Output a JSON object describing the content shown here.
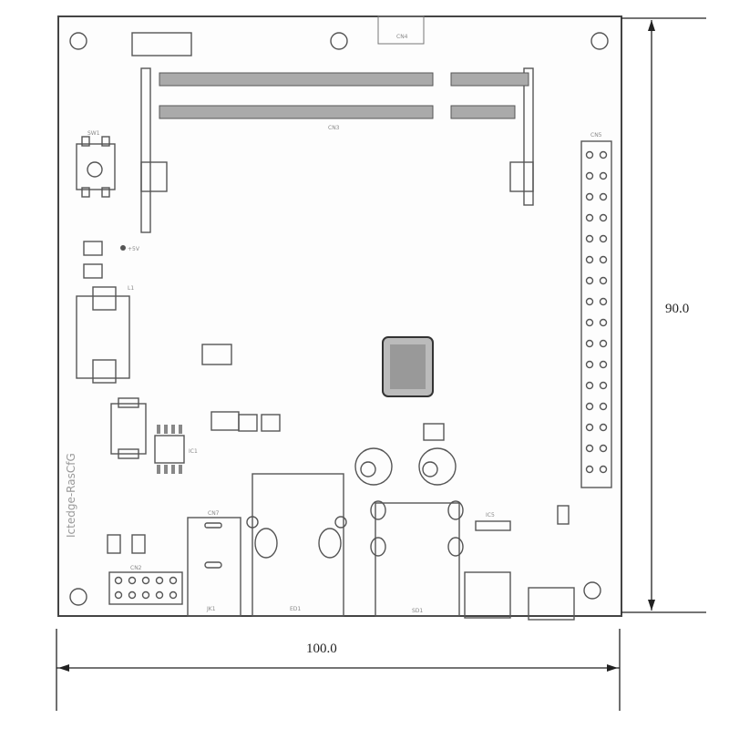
{
  "dimensions": {
    "height": "90.0",
    "width": "100.0"
  },
  "labels": {
    "sw1": "SW1",
    "plus5v": "+5V",
    "l1": "L1",
    "cn2": "CN2",
    "cn3": "CN3",
    "cn5": "CN5",
    "cn4": "CN4",
    "ic1": "IC1",
    "ic5": "IC5",
    "sd1": "SD1",
    "eth1": "ED1",
    "jack": "JK1",
    "cn7": "CN7",
    "brand": "Ictedge-RasCfG"
  }
}
